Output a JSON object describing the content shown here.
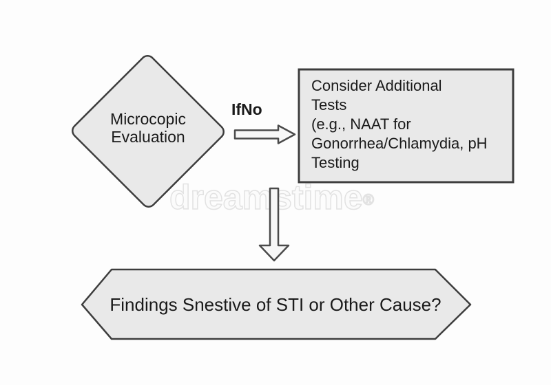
{
  "colors": {
    "background": "#fdfdfd",
    "shape_fill": "#e9e9e9",
    "shape_stroke": "#3d3d3d",
    "arrow_fill": "#f7f7f7",
    "arrow_stroke": "#4a4a4a",
    "text": "#1a1a1a",
    "watermark_outline": "#e2e2e2"
  },
  "nodes": {
    "decision_diamond": {
      "label": "Microcopic\nEvaluation"
    },
    "branch_label": "IfNo",
    "tests_box": {
      "label": "Consider Additional\nTests\n(e.g., NAAT for\nGonorrhea/Chlamydia, pH\nTesting"
    },
    "outcome_hexagon": {
      "label": "Findings Snestive of STI or Other Cause?"
    }
  },
  "watermark": {
    "text": "dreamstime",
    "symbol": "®"
  }
}
